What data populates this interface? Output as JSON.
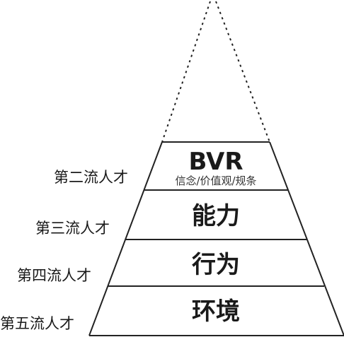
{
  "pyramid": {
    "tiers": [
      {
        "main": "BVR",
        "sub": "信念/价值观/规条",
        "rank": "第二流人才"
      },
      {
        "main": "能力",
        "rank": "第三流人才"
      },
      {
        "main": "行为",
        "rank": "第四流人才"
      },
      {
        "main": "环境",
        "rank": "第五流人才"
      }
    ]
  }
}
